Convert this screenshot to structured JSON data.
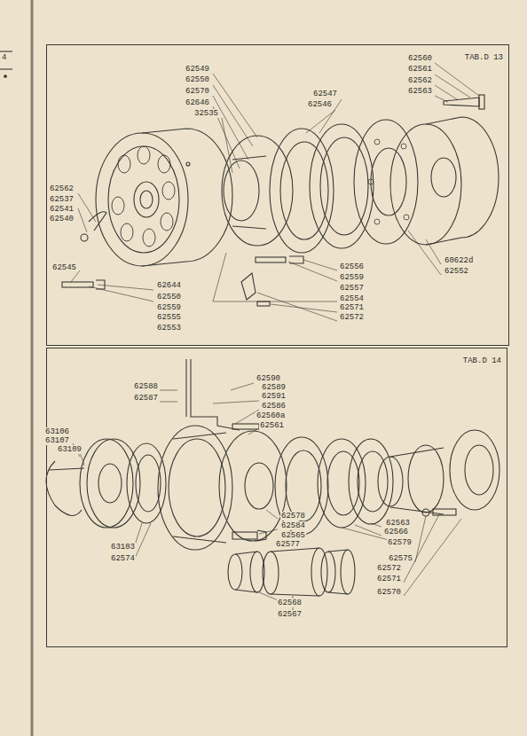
{
  "diagram": {
    "nodes": [
      {
        "text": [
          "TAB.D 13"
        ]
      },
      {
        "text": [
          "TAB.D 14"
        ]
      }
    ],
    "edges": [],
    "labels": [
      "4",
      "62549",
      "62550",
      "62570",
      "62646",
      "32535",
      "62547",
      "62546",
      "62560",
      "62561",
      "62562",
      "62563",
      "62562",
      "62537",
      "62541",
      "62540",
      "62545",
      "62644",
      "62550",
      "62559",
      "62555",
      "62553",
      "62556",
      "62559",
      "62557",
      "62554",
      "62571",
      "62572",
      "60622d",
      "62552",
      "62588",
      "62587",
      "62590",
      "62589",
      "62591",
      "62586",
      "62560a",
      "62561",
      "63106",
      "63107",
      "63109",
      "62578",
      "62584",
      "62565",
      "62577",
      "62563",
      "62566",
      "62579",
      "62575",
      "62572",
      "62571",
      "62570",
      "63103",
      "62574",
      "62568",
      "62567"
    ]
  }
}
